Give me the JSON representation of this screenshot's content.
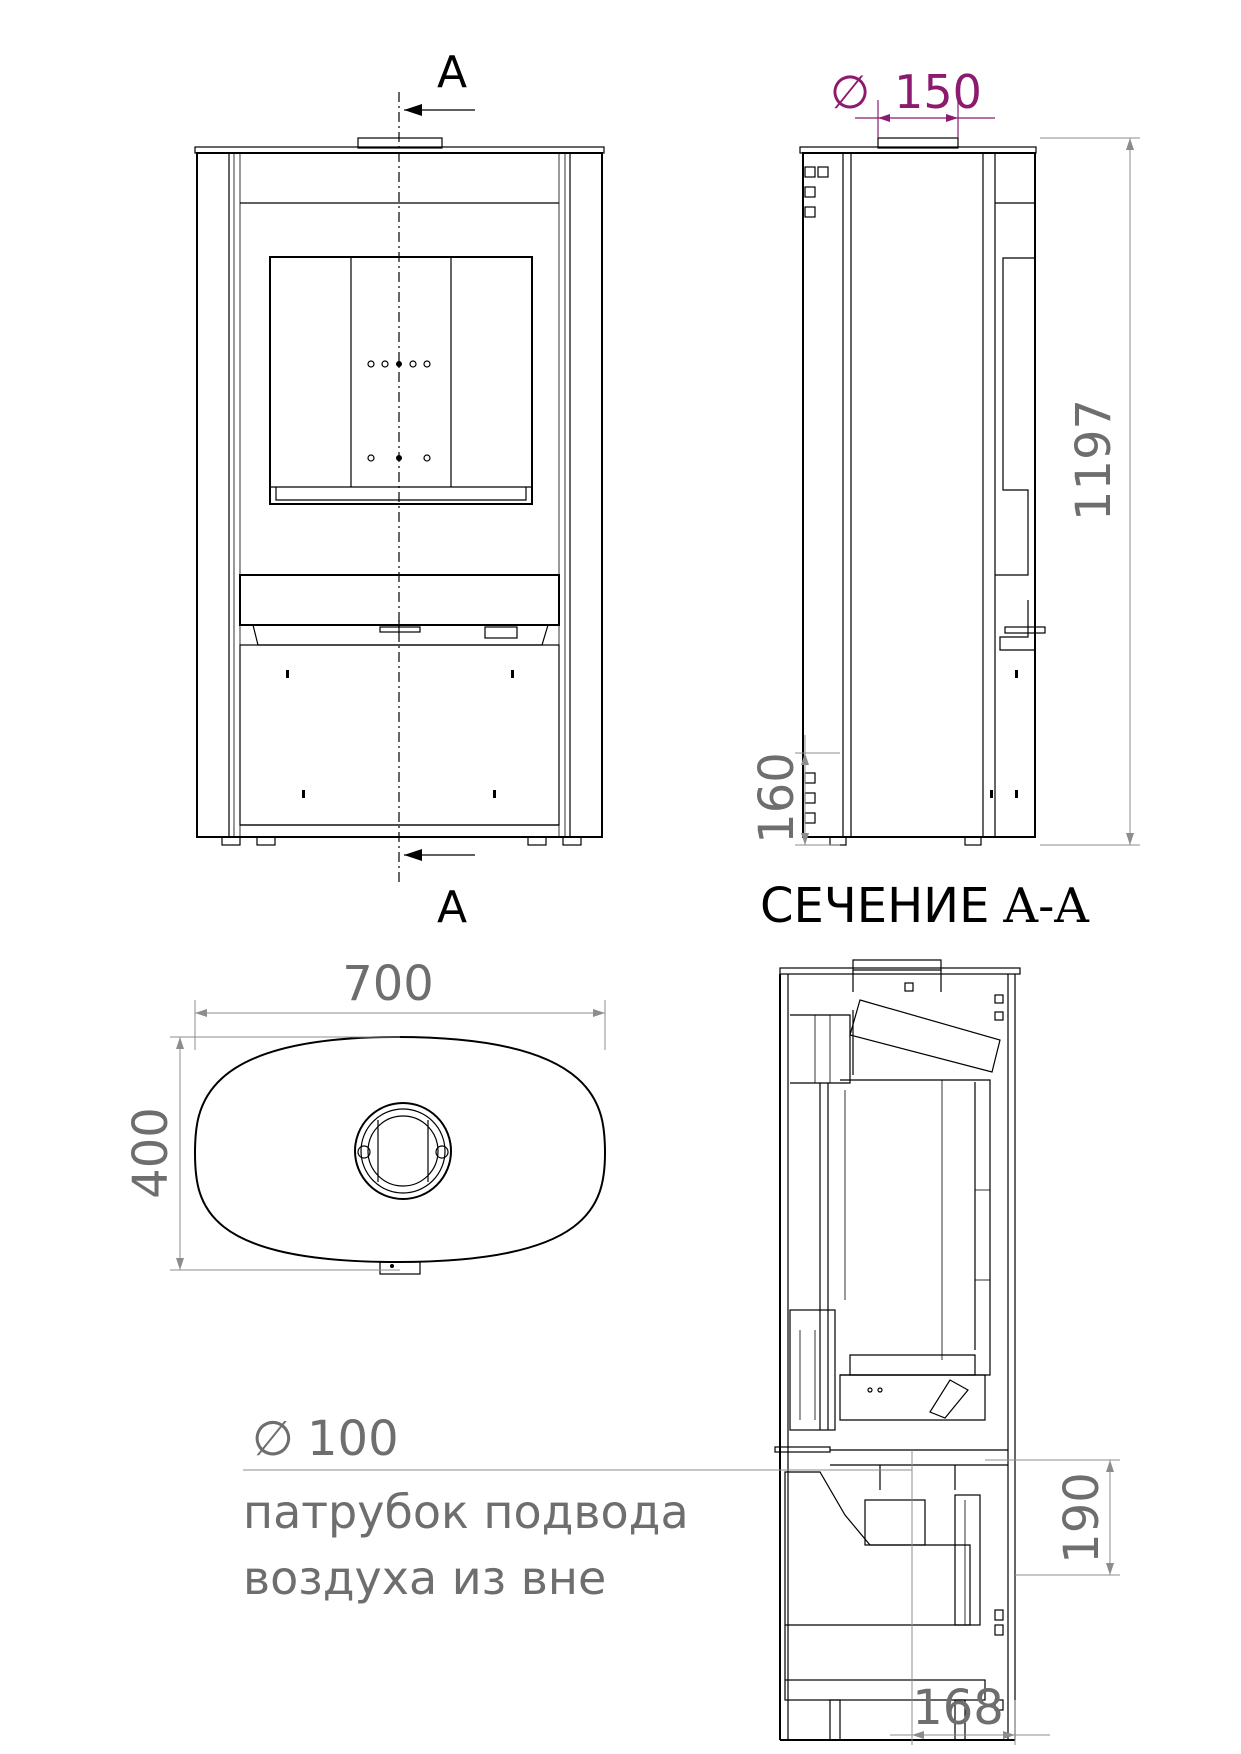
{
  "section_marks": {
    "top": "A",
    "bottom": "A"
  },
  "section_title": {
    "word": "СЕЧЕНИЕ",
    "mark": "A-A"
  },
  "dimensions": {
    "flue_diameter": "150",
    "height": "1197",
    "leg_height": "160",
    "width": "700",
    "depth": "400",
    "air_inlet_height": "190",
    "air_inlet_offset": "168",
    "air_inlet_diameter": "100"
  },
  "diameter_symbol": "∅",
  "air_inlet_note": {
    "line1": "патрубок подвода",
    "line2": "воздуха из вне"
  },
  "colors": {
    "outline": "#000000",
    "dimension": "#8c8c8c",
    "flue_dimension": "#8c1a6e"
  }
}
